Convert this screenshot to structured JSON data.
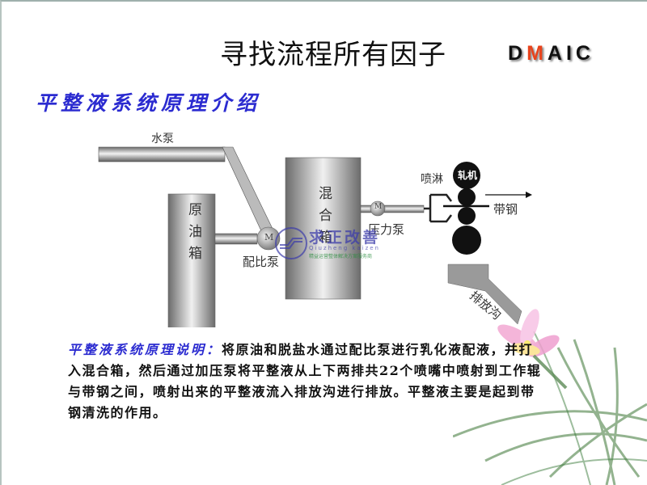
{
  "slide": {
    "title": "寻找流程所有因子",
    "badge": {
      "prefix": "D",
      "highlight": "M",
      "suffix": "AIC",
      "highlight_color": "#e8431c"
    },
    "subtitle": "平整液系统原理介绍"
  },
  "diagram": {
    "labels": {
      "water_pump": "水泵",
      "crude_tank": "原油箱",
      "ratio_pump": "配比泵",
      "mix_tank": "混合箱",
      "pressure_pump": "压力泵",
      "spray": "喷淋",
      "mill": "轧机",
      "strip": "带钢",
      "drain": "排放沟",
      "motor": "M"
    }
  },
  "watermark": {
    "name": "求正改善",
    "pinyin": "Qiuzheng kaizen",
    "tagline": "精益运营整体解决方案服务商"
  },
  "description": {
    "lead": "平整液系统原理说明：",
    "body": "将原油和脱盐水通过配比泵进行乳化液配液，并打入混合箱，然后通过加压泵将平整液从上下两排共22个喷嘴中喷射到工作辊与带钢之间，喷射出来的平整液流入排放沟进行排放。平整液主要是起到带钢清洗的作用。"
  },
  "colors": {
    "subtitle": "#2b2bd0",
    "accent": "#e8431c"
  }
}
